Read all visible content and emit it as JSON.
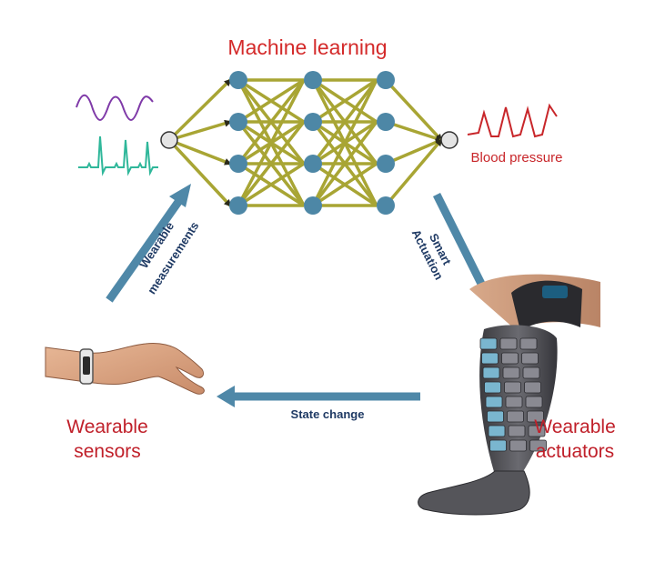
{
  "title": "Machine learning",
  "output_label": "Blood pressure",
  "arrows": {
    "left": [
      "Wearable",
      "measurements"
    ],
    "right": [
      "Smart",
      "Actuation"
    ],
    "bottom": "State change"
  },
  "captions": {
    "sensors": [
      "Wearable",
      "sensors"
    ],
    "actuators": [
      "Wearable",
      "actuators"
    ]
  },
  "colors": {
    "title_red": "#d42a2a",
    "caption_red": "#c0202a",
    "arrow_blue": "#4f88a8",
    "label_navy": "#1f3a64",
    "node_blue": "#4d87a6",
    "edge_olive": "#a8a534",
    "signal_purple": "#7f3aa8",
    "signal_teal": "#2fb79a",
    "signal_red": "#c8262a"
  },
  "network": {
    "input_nodes": 1,
    "hidden_layers": [
      4,
      4,
      4
    ],
    "output_nodes": 1
  },
  "icons": {
    "sensor": "wrist-sensor-hand-icon",
    "actuator": "robotic-leg-actuator-icon"
  }
}
